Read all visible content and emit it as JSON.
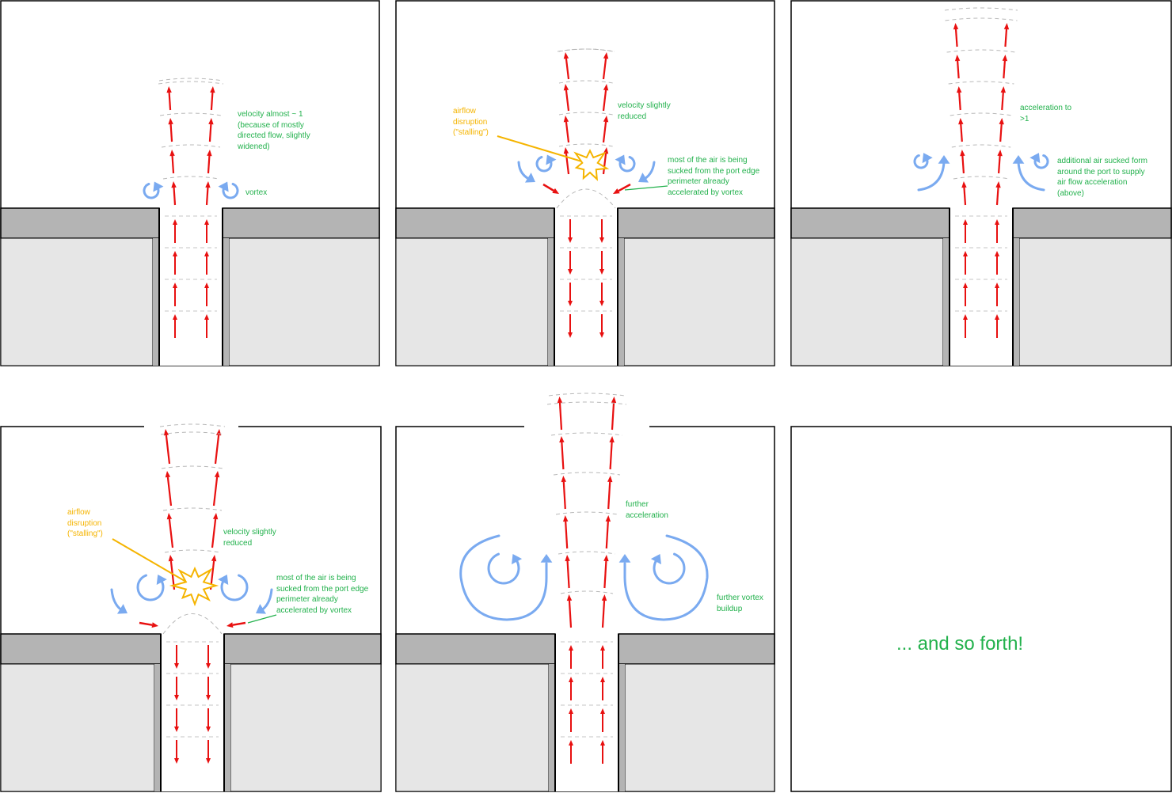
{
  "colors": {
    "flow_arrow": "#e81010",
    "vortex": "#7aaaf0",
    "annotation_text": "#22b14c",
    "stall_text": "#f5b400",
    "wall_top": "#b4b4b4",
    "wall_body": "#e6e6e6"
  },
  "panels": [
    {
      "id": "p1",
      "labels": [
        "velocity almost ~ 1\n(because of mostly\ndirected flow, slightly\nwidened)",
        "vortex"
      ]
    },
    {
      "id": "p2",
      "labels": [
        "airflow\ndisruption\n(\"stalling\")",
        "velocity slightly\nreduced",
        "most of the air is being\nsucked from the port edge\nperimeter already\naccelerated by vortex"
      ]
    },
    {
      "id": "p3",
      "labels": [
        "acceleration to\n>1",
        "additional air sucked form\naround the port to supply\nair flow acceleration\n(above)"
      ]
    },
    {
      "id": "p4",
      "labels": [
        "airflow\ndisruption\n(\"stalling\")",
        "velocity slightly\nreduced",
        "most of the air is being\nsucked from the port edge\nperimeter already\naccelerated by vortex"
      ]
    },
    {
      "id": "p5",
      "labels": [
        "further\nacceleration",
        "further vortex\nbuildup"
      ]
    },
    {
      "id": "p6",
      "labels": [
        "... and so forth!"
      ]
    }
  ],
  "icons": [
    "flow-arrow-icon",
    "vortex-icon",
    "stall-burst-icon",
    "suction-arrow-icon"
  ]
}
